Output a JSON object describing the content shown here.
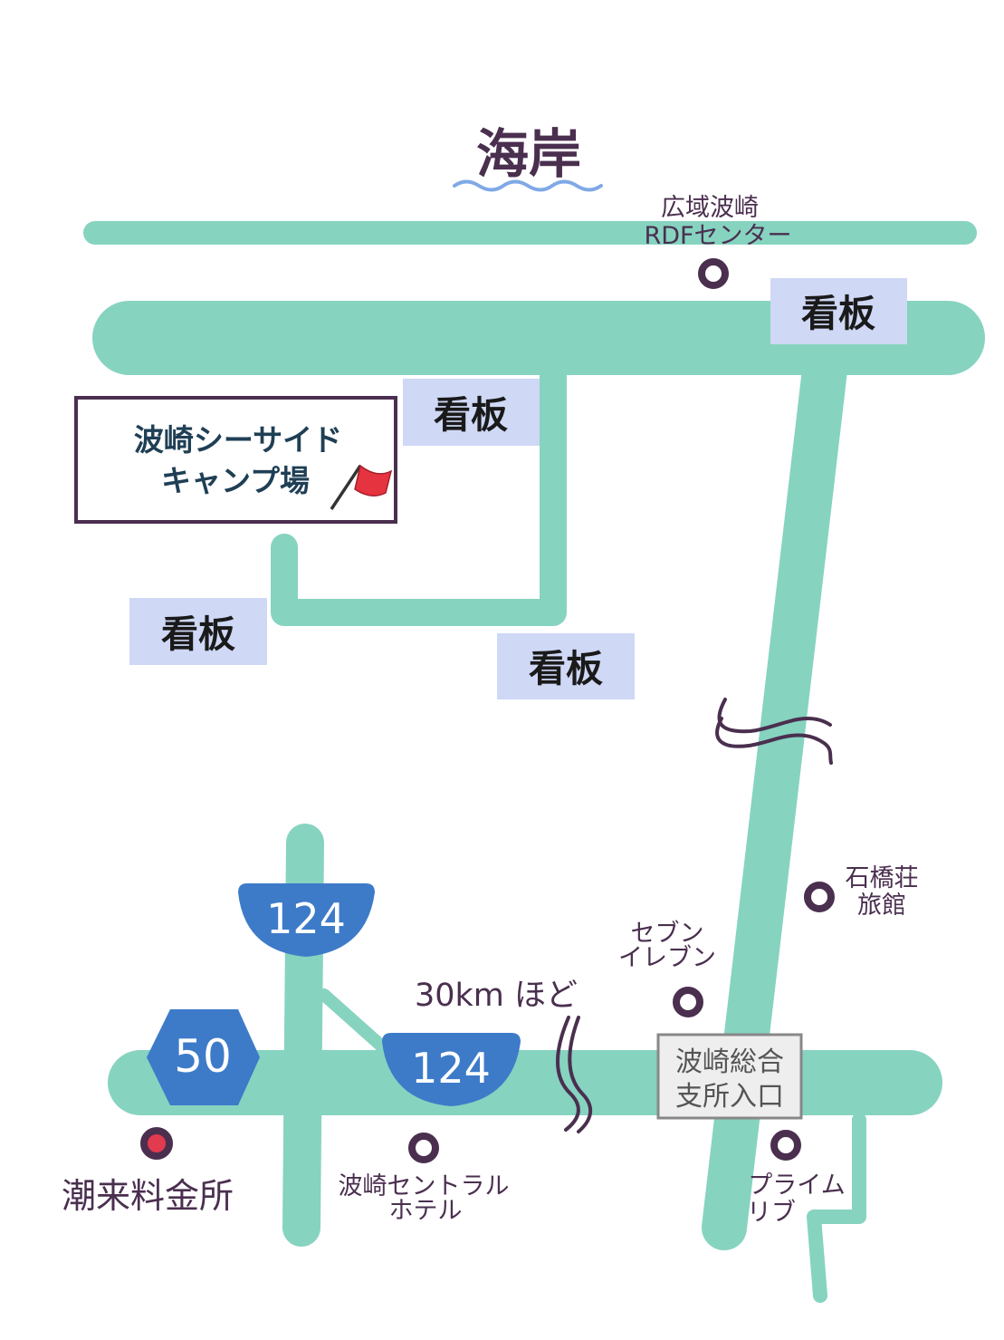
{
  "colors": {
    "road": "#86d3c0",
    "sign_bg": "#cfd8f5",
    "label": "#4a2f4f",
    "shield": "#3d7bc9",
    "wave": "#7fa9e6",
    "poi_red": "#e23a4e",
    "camp_text": "#1f3f55"
  },
  "coast": {
    "label": "海岸"
  },
  "landmarks": {
    "rdf_center": {
      "line1": "広域波崎",
      "line2": "RDFセンター"
    },
    "ishibashiso": {
      "line1": "石橋荘",
      "line2": "旅館"
    },
    "seven_eleven": {
      "line1": "セブン",
      "line2": "イレブン"
    },
    "central_hotel": {
      "line1": "波崎セントラル",
      "line2": "ホテル"
    },
    "prime_live": {
      "line1": "プライム",
      "line2": "リブ"
    },
    "tollgate": {
      "label": "潮来料金所"
    }
  },
  "signs": {
    "label": "看板"
  },
  "campsite": {
    "line1": "波崎シーサイド",
    "line2": "キャンプ場",
    "icon": "red-flag-icon"
  },
  "branch_office": {
    "line1": "波崎総合",
    "line2": "支所入口"
  },
  "distance": {
    "label": "30km ほど"
  },
  "routes": {
    "route_50": "50",
    "route_124": "124"
  }
}
